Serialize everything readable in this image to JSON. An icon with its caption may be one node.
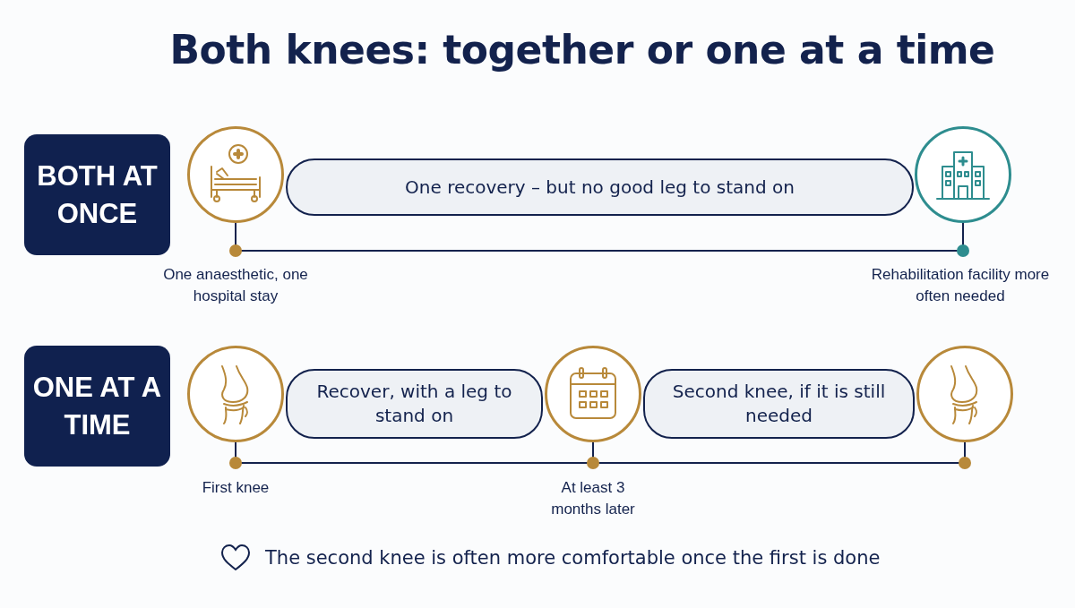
{
  "diagram": {
    "title": "Both knees: together or one at a time",
    "nodes": [
      {
        "text": [
          "BOTH AT ONCE"
        ]
      },
      {
        "text": [],
        "shape": "circle"
      },
      {
        "text": [
          "One recovery – but no good leg to stand on"
        ]
      },
      {
        "text": [],
        "shape": "circle"
      },
      {
        "text": [
          "ONE AT A TIME"
        ]
      },
      {
        "text": [],
        "shape": "circle"
      },
      {
        "text": [
          "Recover, with a leg to stand on"
        ]
      },
      {
        "text": [],
        "shape": "circle"
      },
      {
        "text": [
          "Second knee, if it is still needed"
        ]
      },
      {
        "text": [],
        "shape": "circle"
      }
    ],
    "edges": [
      {
        "from": 1,
        "to": 3,
        "arrow": "none"
      },
      {
        "from": 5,
        "to": 7,
        "arrow": "none"
      },
      {
        "from": 7,
        "to": 9,
        "arrow": "none"
      }
    ],
    "labels": [
      "One anaesthetic, one hospital stay",
      "Rehabilitation facility more often needed",
      "First knee",
      "At least 3 months later",
      "The second knee is often more comfortable once the first is done"
    ]
  }
}
